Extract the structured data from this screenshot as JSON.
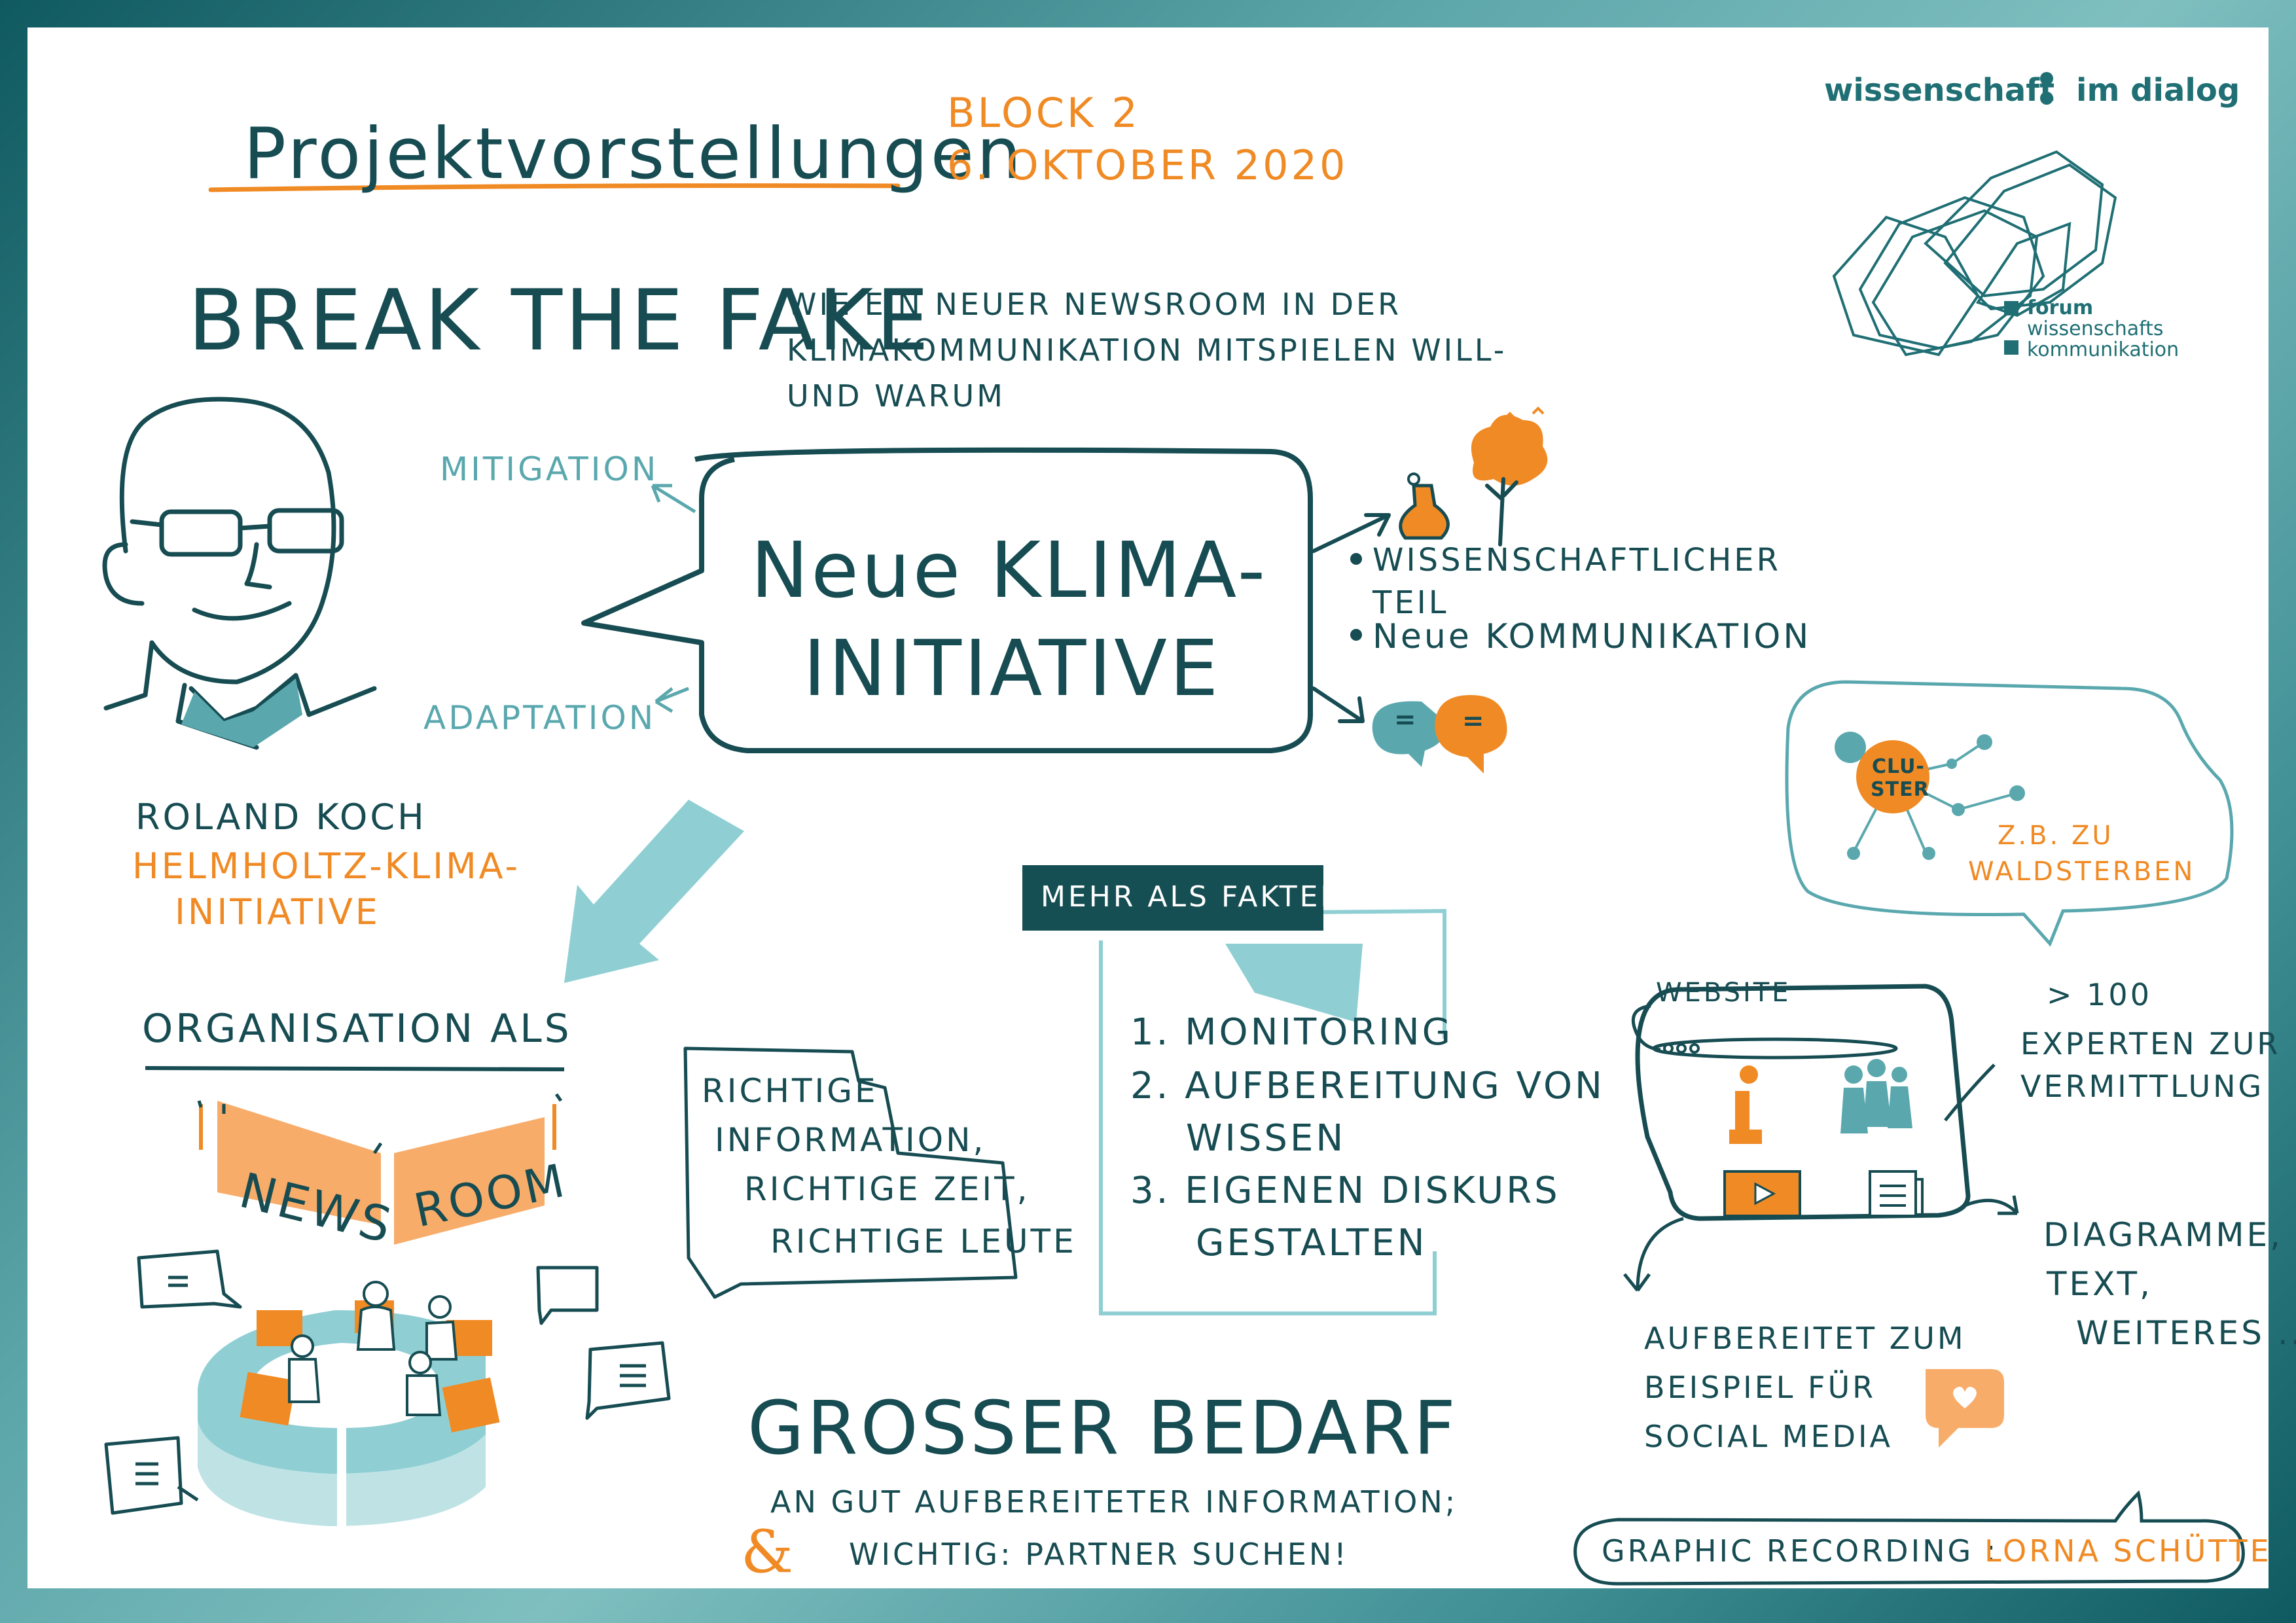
{
  "header": {
    "title": "Projektvorstellungen",
    "block": "BLOCK 2",
    "date": "6. OKTOBER 2020"
  },
  "logos": {
    "wid": {
      "left": "wissenschaft",
      "right": "im dialog"
    },
    "forum": {
      "line1": "forum",
      "line2": "wissenschafts",
      "line3": "kommunikation"
    }
  },
  "project": {
    "title": "BREAK THE FAKE",
    "subtitle_1": "WIE EIN NEUER NEWSROOM IN DER",
    "subtitle_2": "KLIMAKOMMUNIKATION MITSPIELEN WILL-",
    "subtitle_3": "UND WARUM"
  },
  "speaker": {
    "name": "ROLAND KOCH",
    "org_1": "HELMHOLTZ-KLIMA-",
    "org_2": "INITIATIVE"
  },
  "bubble": {
    "line1": "Neue KLIMA-",
    "line2": "INITIATIVE",
    "mitigation": "MITIGATION",
    "adaptation": "ADAPTATION"
  },
  "right_points": {
    "item1_a": "WISSENSCHAFTLICHER",
    "item1_b": "TEIL",
    "item2": "Neue KOMMUNIKATION",
    "equal_sign": "="
  },
  "cluster": {
    "label_1": "CLU-",
    "label_2": "STER",
    "note_1": "Z.B. ZU",
    "note_2": "WALDSTERBEN"
  },
  "newsroom": {
    "heading": "ORGANISATION ALS",
    "sign_left": "NEWS",
    "sign_right": "ROOM"
  },
  "info_box": {
    "line1": "RICHTIGE",
    "line2": "INFORMATION,",
    "line3": "RICHTIGE ZEIT,",
    "line4": "RICHTIGE LEUTE"
  },
  "facts": {
    "label": "MEHR ALS FAKTEN",
    "items": [
      "1. MONITORING",
      "2. AUFBEREITUNG VON",
      "WISSEN",
      "3. EIGENEN DISKURS",
      "GESTALTEN"
    ]
  },
  "website": {
    "label": "WEBSITE",
    "experts_1": "> 100",
    "experts_2": "EXPERTEN ZUR",
    "experts_3": "VERMITTLUNG",
    "formats_1": "DIAGRAMME,",
    "formats_2": "TEXT,",
    "formats_3": "WEITERES ...",
    "social_1": "AUFBEREITET ZUM",
    "social_2": "BEISPIEL FÜR",
    "social_3": "SOCIAL MEDIA",
    "info_icon": "i"
  },
  "demand": {
    "title": "GROSSER BEDARF",
    "line1": "AN GUT AUFBEREITETER INFORMATION;",
    "amp": "&",
    "line2": "WICHTIG: PARTNER SUCHEN!"
  },
  "credit": {
    "label": "GRAPHIC RECORDING :",
    "artist": "LORNA SCHÜTTE"
  },
  "colors": {
    "teal": "#164c52",
    "orange": "#f08a24",
    "light_teal": "#8fcfd4",
    "mid_teal": "#5aa8ae"
  }
}
